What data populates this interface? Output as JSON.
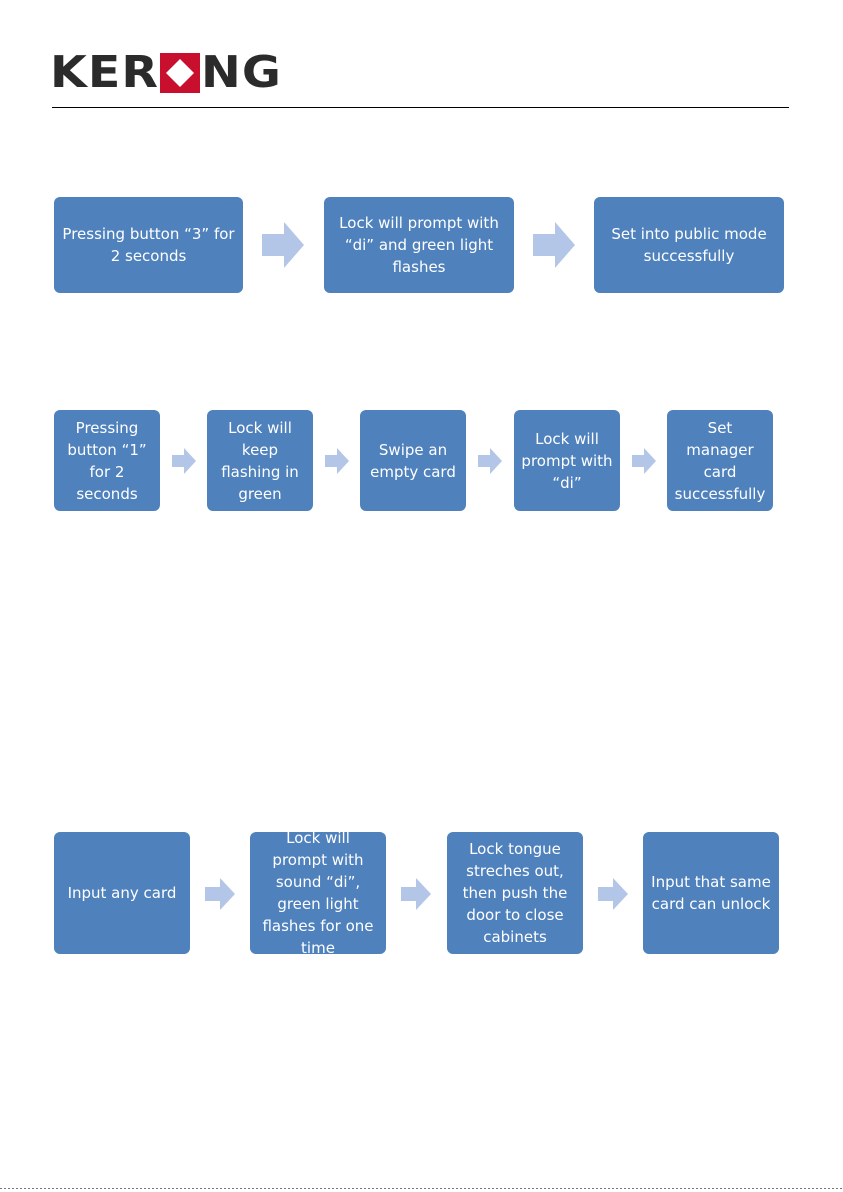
{
  "brand": {
    "letters_left": "KER",
    "letters_right": "NG",
    "logo_text": "KERONG",
    "colors": {
      "dark": "#2b2b2b",
      "red": "#c8102e"
    }
  },
  "colors": {
    "box": "#4f81bd",
    "arrow": "#b4c6e7",
    "text": "#ffffff"
  },
  "flow1": {
    "steps": [
      "Pressing button “3” for 2 seconds",
      "Lock will prompt with “di” and green light flashes",
      "Set into public mode successfully"
    ]
  },
  "flow2": {
    "steps": [
      "Pressing button “1” for 2 seconds",
      "Lock will keep flashing in green",
      "Swipe an empty card",
      "Lock will prompt with “di”",
      "Set manager card successfully"
    ]
  },
  "flow3": {
    "steps": [
      "Input any card",
      "Lock will prompt with sound “di”, green light flashes for one time",
      "Lock tongue streches out, then push the door to close cabinets",
      "Input that same card can unlock"
    ]
  }
}
